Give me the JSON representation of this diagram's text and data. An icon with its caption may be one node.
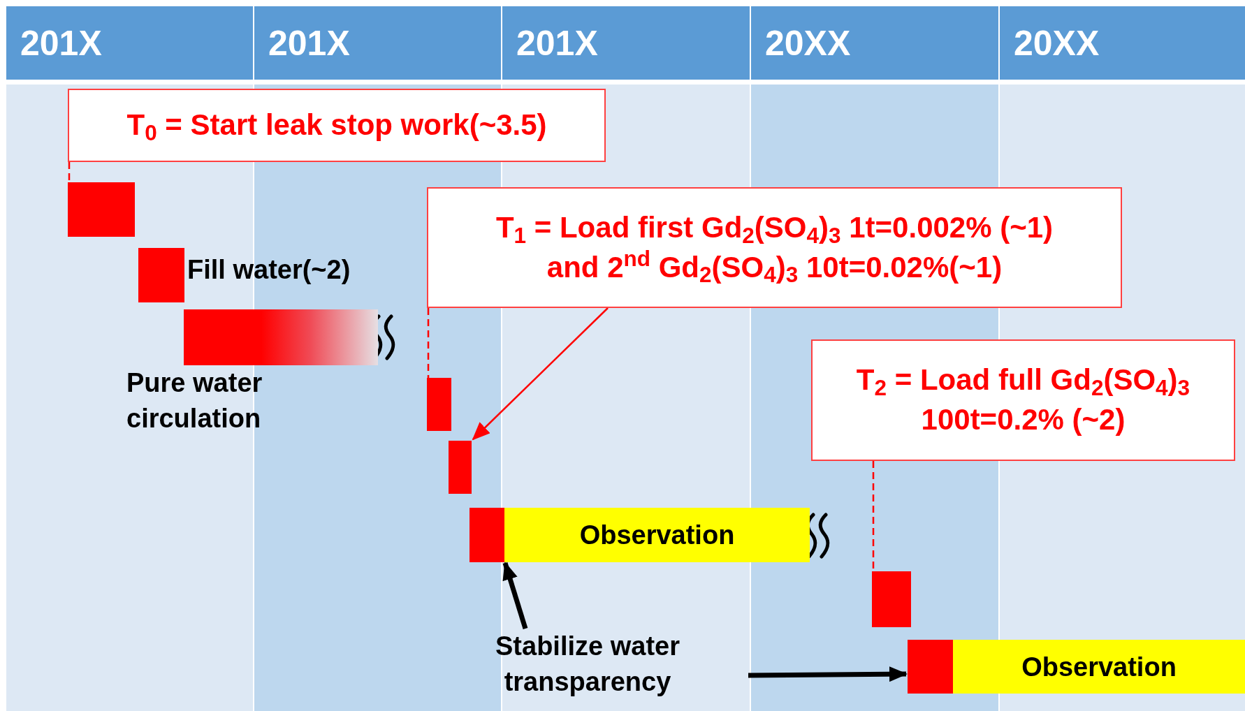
{
  "diagram": {
    "nodes": [
      {
        "text": [
          "201X"
        ]
      },
      {
        "text": [
          "201X"
        ]
      },
      {
        "text": [
          "201X"
        ]
      },
      {
        "text": [
          "20XX"
        ]
      },
      {
        "text": [
          "20XX"
        ]
      },
      {
        "text": [
          "T$_{0}$ = Start leak stop work(~3.5)"
        ]
      },
      {
        "text": [],
        "shape": "box"
      },
      {
        "text": [],
        "shape": "box",
        "beside": [
          "Fill water(~2)"
        ]
      },
      {
        "text": [],
        "shape": "bar",
        "beside": [
          "Pure water circulation"
        ]
      },
      {
        "text": [
          "T$_{1}$ = Load first Gd$_{2}$(SO$_{4}$)$_{3}$ 1t=0.002% (~1) and 2$^{nd}$ Gd$_{2}$(SO$_{4}$)$_{3}$ 10t=0.02%(~1)"
        ]
      },
      {
        "text": [],
        "shape": "box"
      },
      {
        "text": [],
        "shape": "box"
      },
      {
        "text": [],
        "shape": "box"
      },
      {
        "text": [
          "Observation"
        ]
      },
      {
        "text": [
          "T$_{2}$ = Load full Gd$_{2}$(SO$_{4}$)$_{3}$ 100t=0.2% (~2)"
        ]
      },
      {
        "text": [],
        "shape": "box"
      },
      {
        "text": [],
        "shape": "box"
      },
      {
        "text": [
          "Observation"
        ]
      },
      {
        "text": [
          "Stabilize water transparency"
        ]
      }
    ],
    "edges": [
      {
        "from": 5,
        "to": 6,
        "arrow": "none",
        "style": "dashed"
      },
      {
        "from": 9,
        "to": 10,
        "arrow": "none",
        "style": "dashed"
      },
      {
        "from": 9,
        "to": 11,
        "arrow": "to"
      },
      {
        "from": 14,
        "to": 15,
        "arrow": "none",
        "style": "dashed"
      },
      {
        "from": 18,
        "to": 13,
        "arrow": "to",
        "style": "thick",
        "color": "#000000"
      },
      {
        "from": 18,
        "to": 16,
        "arrow": "to",
        "style": "thick",
        "color": "#000000"
      }
    ]
  }
}
